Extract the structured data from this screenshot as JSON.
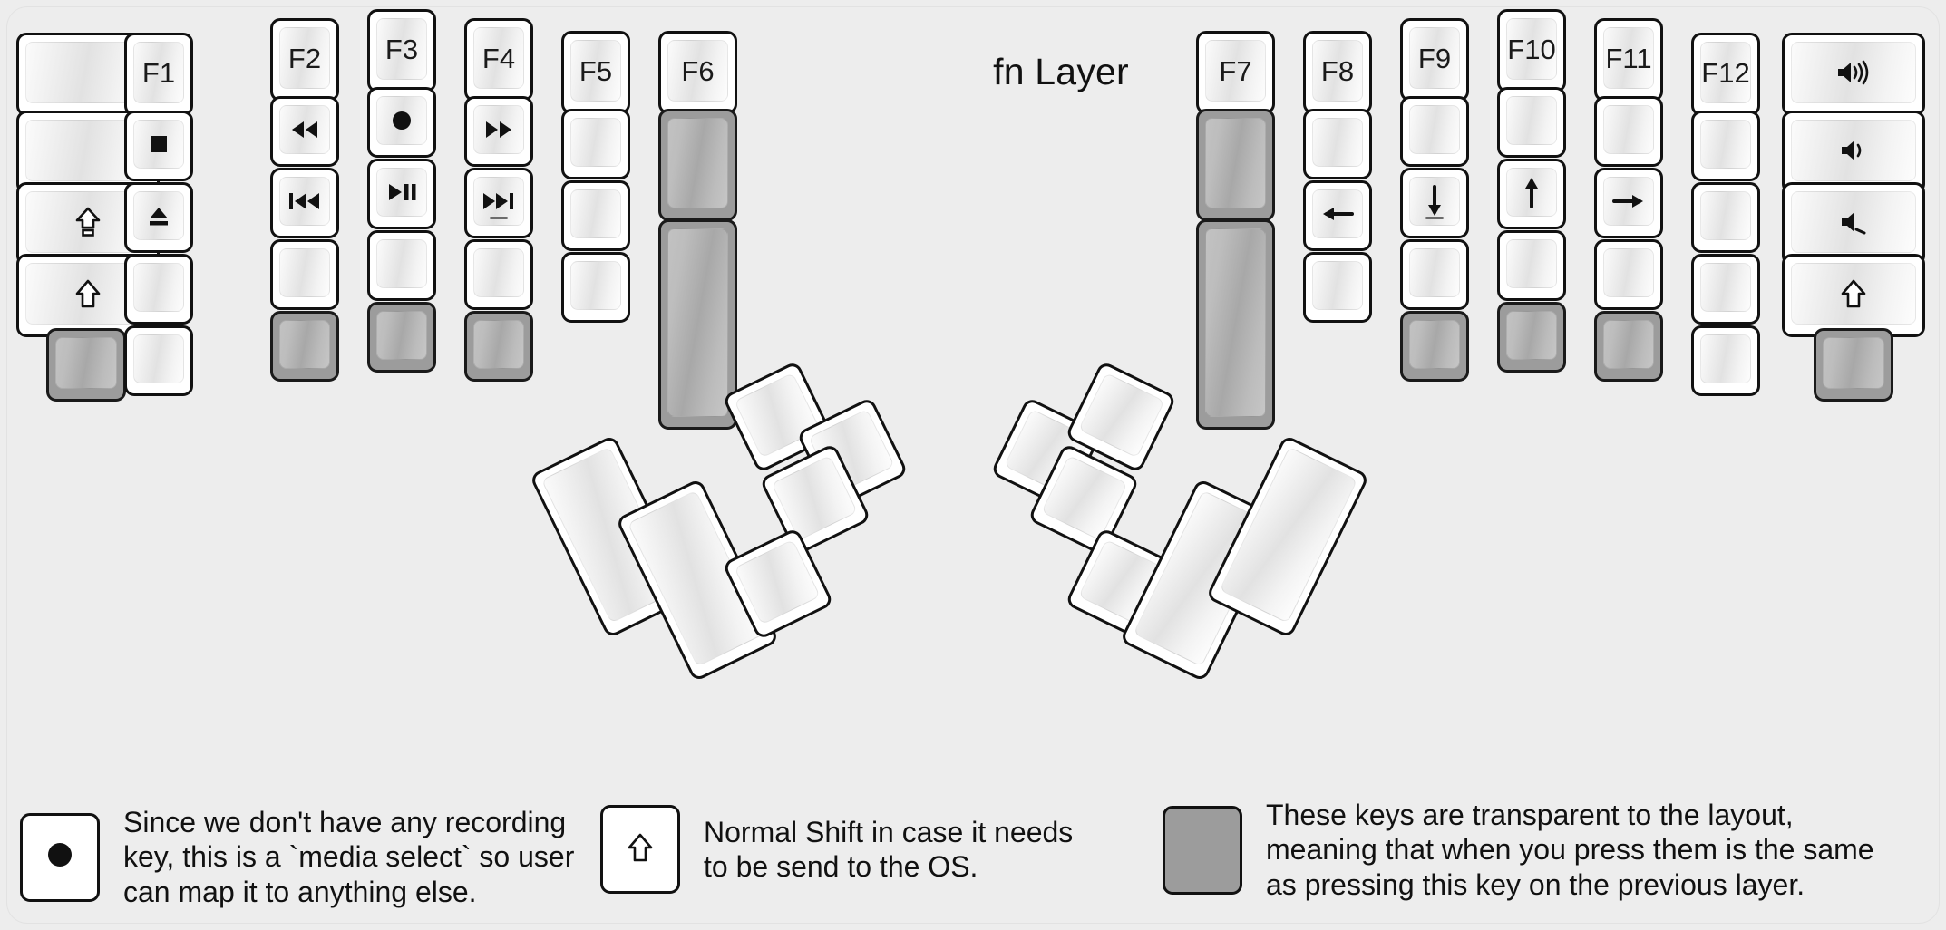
{
  "title": "fn Layer",
  "colors": {
    "background": "#ededed",
    "key_face": "#ffffff",
    "key_border": "#111111",
    "transparent_key": "#9c9c9c",
    "label_text": "#1a1a1a"
  },
  "legend": {
    "items": [
      {
        "key_icon": "record-dot-icon",
        "key_state": "normal",
        "text": "Since we don't have any recording\nkey, this is a `media select` so user\ncan map it to anything else."
      },
      {
        "key_icon": "shift-arrow-icon",
        "key_state": "normal",
        "text": "Normal Shift in case it needs\nto be send to the OS."
      },
      {
        "key_icon": "blank-icon",
        "key_state": "transparent",
        "text": "These keys are transparent to the layout,\nmeaning that when you press them is the same\nas pressing this key on the previous layer."
      }
    ]
  },
  "keyboard": {
    "left_half": {
      "columns": [
        {
          "name": "pinky-outer",
          "keys": [
            {
              "label": "",
              "icon": "blank-icon",
              "state": "normal"
            },
            {
              "label": "",
              "icon": "blank-icon",
              "state": "normal"
            },
            {
              "label": "",
              "icon": "caps-lock-icon",
              "state": "normal"
            },
            {
              "label": "",
              "icon": "shift-arrow-icon",
              "state": "normal"
            },
            {
              "label": "",
              "icon": "blank-icon",
              "state": "transparent"
            }
          ]
        },
        {
          "name": "pinky",
          "keys": [
            {
              "label": "F1",
              "icon": "",
              "state": "normal"
            },
            {
              "label": "",
              "icon": "media-stop-icon",
              "state": "normal"
            },
            {
              "label": "",
              "icon": "media-eject-icon",
              "state": "normal"
            },
            {
              "label": "",
              "icon": "blank-icon",
              "state": "normal"
            },
            {
              "label": "",
              "icon": "blank-icon",
              "state": "normal"
            }
          ]
        },
        {
          "name": "ring",
          "keys": [
            {
              "label": "F2",
              "icon": "",
              "state": "normal"
            },
            {
              "label": "",
              "icon": "media-rewind-icon",
              "state": "normal"
            },
            {
              "label": "",
              "icon": "media-prev-track-icon",
              "state": "normal"
            },
            {
              "label": "",
              "icon": "blank-icon",
              "state": "normal"
            },
            {
              "label": "",
              "icon": "blank-icon",
              "state": "transparent"
            }
          ]
        },
        {
          "name": "middle",
          "keys": [
            {
              "label": "F3",
              "icon": "",
              "state": "normal"
            },
            {
              "label": "",
              "icon": "media-record-icon",
              "state": "normal"
            },
            {
              "label": "",
              "icon": "media-play-pause-icon",
              "state": "normal"
            },
            {
              "label": "",
              "icon": "blank-icon",
              "state": "normal"
            },
            {
              "label": "",
              "icon": "blank-icon",
              "state": "transparent"
            }
          ]
        },
        {
          "name": "index",
          "keys": [
            {
              "label": "F4",
              "icon": "",
              "state": "normal"
            },
            {
              "label": "",
              "icon": "media-fast-forward-icon",
              "state": "normal"
            },
            {
              "label": "",
              "icon": "media-next-track-icon",
              "state": "normal",
              "homing": true
            },
            {
              "label": "",
              "icon": "blank-icon",
              "state": "normal"
            },
            {
              "label": "",
              "icon": "blank-icon",
              "state": "transparent"
            }
          ]
        },
        {
          "name": "index-inner",
          "keys": [
            {
              "label": "F5",
              "icon": "",
              "state": "normal"
            },
            {
              "label": "",
              "icon": "blank-icon",
              "state": "normal"
            },
            {
              "label": "",
              "icon": "blank-icon",
              "state": "normal"
            },
            {
              "label": "",
              "icon": "blank-icon",
              "state": "normal"
            }
          ]
        },
        {
          "name": "inner-extra",
          "keys": [
            {
              "label": "F6",
              "icon": "",
              "state": "normal"
            },
            {
              "label": "",
              "icon": "blank-icon",
              "state": "transparent",
              "size": "1.5u"
            },
            {
              "label": "",
              "icon": "blank-icon",
              "state": "transparent",
              "size": "1.5u"
            }
          ]
        }
      ],
      "thumb_cluster": [
        {
          "label": "",
          "icon": "blank-icon",
          "state": "normal",
          "size": "2u"
        },
        {
          "label": "",
          "icon": "blank-icon",
          "state": "normal",
          "size": "2u"
        },
        {
          "label": "",
          "icon": "blank-icon",
          "state": "normal",
          "size": "1u"
        },
        {
          "label": "",
          "icon": "blank-icon",
          "state": "normal",
          "size": "1u"
        },
        {
          "label": "",
          "icon": "blank-icon",
          "state": "normal",
          "size": "1u"
        },
        {
          "label": "",
          "icon": "blank-icon",
          "state": "normal",
          "size": "1u"
        }
      ]
    },
    "right_half": {
      "columns": [
        {
          "name": "inner-extra",
          "keys": [
            {
              "label": "F7",
              "icon": "",
              "state": "normal"
            },
            {
              "label": "",
              "icon": "blank-icon",
              "state": "transparent",
              "size": "1.5u"
            },
            {
              "label": "",
              "icon": "blank-icon",
              "state": "transparent",
              "size": "1.5u"
            }
          ]
        },
        {
          "name": "index-inner",
          "keys": [
            {
              "label": "F8",
              "icon": "",
              "state": "normal"
            },
            {
              "label": "",
              "icon": "blank-icon",
              "state": "normal"
            },
            {
              "label": "",
              "icon": "arrow-left-icon",
              "state": "normal"
            },
            {
              "label": "",
              "icon": "blank-icon",
              "state": "normal"
            }
          ]
        },
        {
          "name": "index",
          "keys": [
            {
              "label": "F9",
              "icon": "",
              "state": "normal"
            },
            {
              "label": "",
              "icon": "blank-icon",
              "state": "normal"
            },
            {
              "label": "",
              "icon": "arrow-down-icon",
              "state": "normal",
              "homing": true
            },
            {
              "label": "",
              "icon": "blank-icon",
              "state": "normal"
            },
            {
              "label": "",
              "icon": "blank-icon",
              "state": "transparent"
            }
          ]
        },
        {
          "name": "middle",
          "keys": [
            {
              "label": "F10",
              "icon": "",
              "state": "normal"
            },
            {
              "label": "",
              "icon": "blank-icon",
              "state": "normal"
            },
            {
              "label": "",
              "icon": "arrow-up-icon",
              "state": "normal"
            },
            {
              "label": "",
              "icon": "blank-icon",
              "state": "normal"
            },
            {
              "label": "",
              "icon": "blank-icon",
              "state": "transparent"
            }
          ]
        },
        {
          "name": "ring",
          "keys": [
            {
              "label": "F11",
              "icon": "",
              "state": "normal"
            },
            {
              "label": "",
              "icon": "blank-icon",
              "state": "normal"
            },
            {
              "label": "",
              "icon": "arrow-right-icon",
              "state": "normal"
            },
            {
              "label": "",
              "icon": "blank-icon",
              "state": "normal"
            },
            {
              "label": "",
              "icon": "blank-icon",
              "state": "transparent"
            }
          ]
        },
        {
          "name": "pinky",
          "keys": [
            {
              "label": "F12",
              "icon": "",
              "state": "normal"
            },
            {
              "label": "",
              "icon": "blank-icon",
              "state": "normal"
            },
            {
              "label": "",
              "icon": "blank-icon",
              "state": "normal"
            },
            {
              "label": "",
              "icon": "blank-icon",
              "state": "normal"
            },
            {
              "label": "",
              "icon": "blank-icon",
              "state": "normal"
            }
          ]
        },
        {
          "name": "pinky-outer",
          "keys": [
            {
              "label": "",
              "icon": "volume-up-icon",
              "state": "normal"
            },
            {
              "label": "",
              "icon": "volume-down-icon",
              "state": "normal"
            },
            {
              "label": "",
              "icon": "volume-mute-icon",
              "state": "normal"
            },
            {
              "label": "",
              "icon": "shift-arrow-icon",
              "state": "normal"
            },
            {
              "label": "",
              "icon": "blank-icon",
              "state": "transparent"
            }
          ]
        }
      ],
      "thumb_cluster": [
        {
          "label": "",
          "icon": "blank-icon",
          "state": "normal",
          "size": "1u"
        },
        {
          "label": "",
          "icon": "blank-icon",
          "state": "normal",
          "size": "1u"
        },
        {
          "label": "",
          "icon": "blank-icon",
          "state": "normal",
          "size": "1u"
        },
        {
          "label": "",
          "icon": "blank-icon",
          "state": "normal",
          "size": "1u"
        },
        {
          "label": "",
          "icon": "blank-icon",
          "state": "normal",
          "size": "2u"
        },
        {
          "label": "",
          "icon": "blank-icon",
          "state": "normal",
          "size": "2u"
        }
      ]
    }
  }
}
